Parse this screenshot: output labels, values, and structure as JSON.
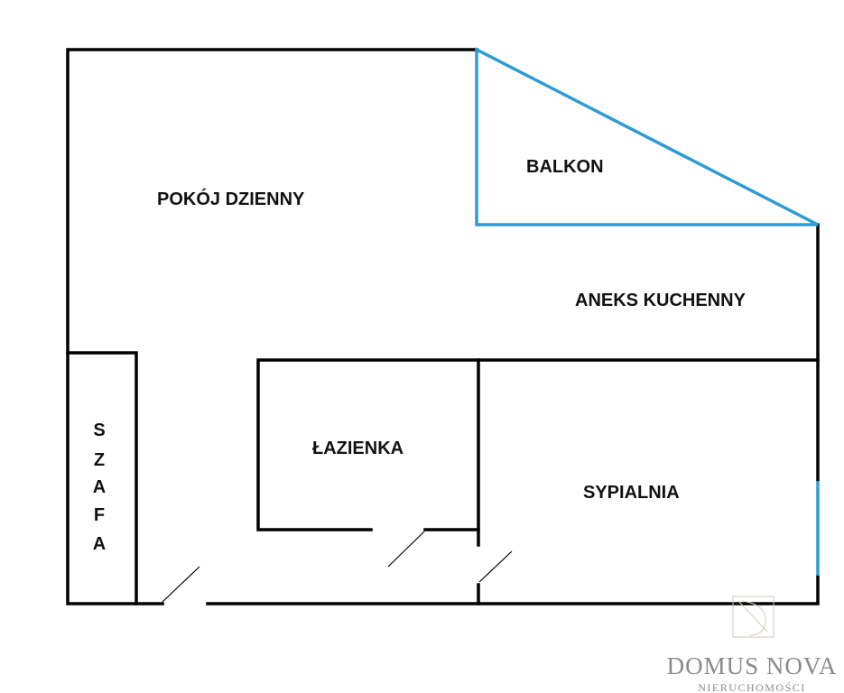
{
  "rooms": {
    "living_room": "POKÓJ DZIENNY",
    "balcony": "BALKON",
    "kitchenette": "ANEKS KUCHENNY",
    "bathroom": "ŁAZIENKA",
    "bedroom": "SYPIALNIA",
    "wardrobe_letters": [
      "S",
      "Z",
      "A",
      "F",
      "A"
    ]
  },
  "logo": {
    "brand": "DOMUS NOVA",
    "subtitle": "NIERUCHOMOŚCI"
  },
  "colors": {
    "walls": "#000000",
    "balcony_outline": "#2e9bd6",
    "logo": "#8a8a8a"
  }
}
